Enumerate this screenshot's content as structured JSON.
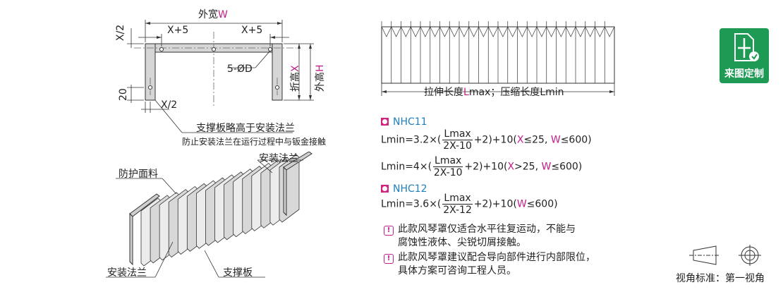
{
  "top_drawing": {
    "width_label": "外宽",
    "width_var": "W",
    "half_x": "X/2",
    "x_plus_5_left": "X+5",
    "x_plus_5_right": "X+5",
    "hole_label": "5-ØD",
    "fold_label": "折高",
    "fold_var": "X",
    "height_label": "外高",
    "height_var": "H",
    "dim_20": "20",
    "half_x_bottom": "X/2",
    "note_main": "支撑板略高于安装法兰",
    "note_sub": "防止安装法兰在运行过程中与钣金接触"
  },
  "iso_drawing": {
    "flange_top": "安装法兰",
    "cover_material": "防护面料",
    "flange_bottom": "安装法兰",
    "support_plate": "支撑板"
  },
  "side_view": {
    "length_label_a": "拉伸长度",
    "length_var_a": "L",
    "length_tail_a": "max；压缩长度Lmin"
  },
  "formulas": {
    "nhc11_title": "NHC11",
    "f1_pre": "Lmin=3.2×(",
    "f1_num": "Lmax",
    "f1_den": "2X-10",
    "f1_mid": "+2)+10(",
    "f1_x": "X",
    "f1_cond1": "≤25,",
    "f1_w": "W",
    "f1_cond2": "≤600)",
    "f2_pre": "Lmin=4×(",
    "f2_num": "Lmax",
    "f2_den": "2X-10",
    "f2_mid": "+2)+10(",
    "f2_x": "X",
    "f2_cond1": ">25,",
    "f2_w": "W",
    "f2_cond2": "≤600)",
    "nhc12_title": "NHC12",
    "f3_pre": "Lmin=3.6×(",
    "f3_num": "Lmax",
    "f3_den": "2X-12",
    "f3_mid": "+2)+10(",
    "f3_w": "W",
    "f3_cond": "≤600)"
  },
  "notes": {
    "n1_line1": "此款风琴罩仅适合水平往复运动，不能与",
    "n1_line2": "腐蚀性液体、尖锐切屑接触。",
    "n2_line1": "此款风琴罩建议配合导向部件进行内部限位，",
    "n2_line2": "具体方案可咨询工程人员。"
  },
  "badge": {
    "label": "来图定制",
    "color": "#1f9a54"
  },
  "view_standard": {
    "label": "视角标准：第一视角"
  },
  "colors": {
    "accent": "#c0208a",
    "series_blue": "#1f7fbf",
    "line": "#444444"
  }
}
